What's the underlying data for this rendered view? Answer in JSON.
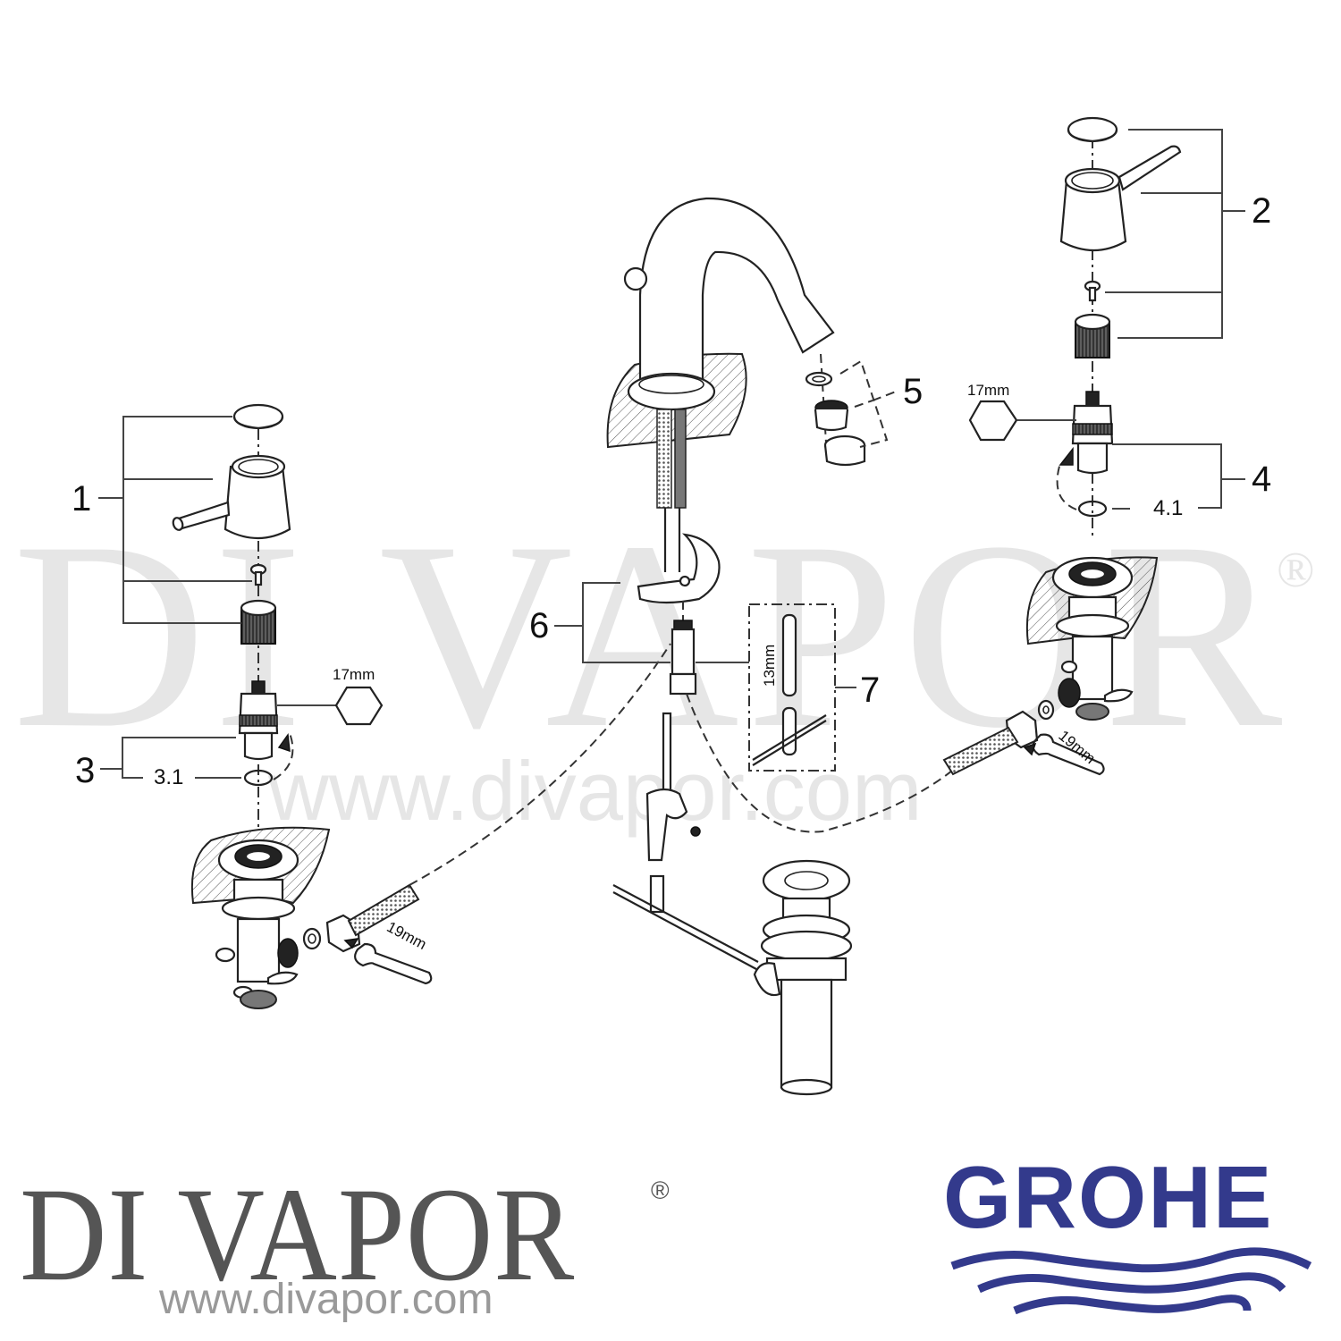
{
  "diagram": {
    "type": "exploded-parts-diagram",
    "subject": "three-hole basin mixer tap with pop-up waste",
    "watermark": {
      "brand": "DI VAPOR",
      "registered_mark": "®",
      "url": "www.divapor.com"
    },
    "callouts": [
      {
        "id": "1",
        "label": "1",
        "description": "left handle assembly (cap, lever handle, screw, adapter)"
      },
      {
        "id": "2",
        "label": "2",
        "description": "right handle assembly (cap, lever handle, screw, adapter)"
      },
      {
        "id": "3",
        "label": "3",
        "description": "left headpart / cartridge"
      },
      {
        "id": "3.1",
        "label": "3.1",
        "description": "left O-ring"
      },
      {
        "id": "4",
        "label": "4",
        "description": "right headpart / cartridge"
      },
      {
        "id": "4.1",
        "label": "4.1",
        "description": "right O-ring"
      },
      {
        "id": "5",
        "label": "5",
        "description": "aerator set (washer, insert, housing)"
      },
      {
        "id": "6",
        "label": "6",
        "description": "spout fixing set (horseshoe bracket, fixing nut)"
      },
      {
        "id": "7",
        "label": "7",
        "description": "13mm fitting tool / box spanner"
      }
    ],
    "tool_sizes": {
      "left_headpart_hex": "17mm",
      "right_headpart_hex": "17mm",
      "left_hose_wrench": "19mm",
      "right_hose_wrench": "19mm",
      "spout_tool": "13mm"
    }
  },
  "footer": {
    "left_logo": {
      "text": "DI VAPOR",
      "registered_mark": "®",
      "url": "www.divapor.com",
      "color": "#555555",
      "url_color": "#999999"
    },
    "right_logo": {
      "text": "GROHE",
      "color": "#333a8c"
    }
  }
}
